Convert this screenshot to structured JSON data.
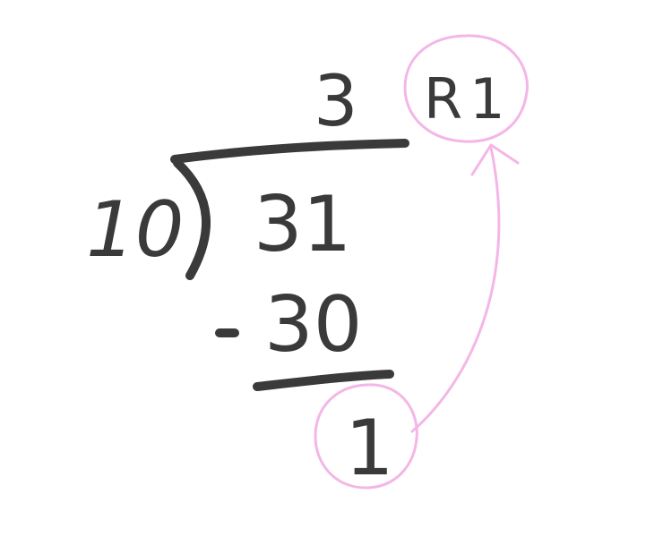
{
  "division": {
    "quotient": "3",
    "remainder_label": "R1",
    "divisor": "10",
    "dividend": "31",
    "subtracted": "30",
    "remainder": "1"
  },
  "colors": {
    "ink": "#3a3a3a",
    "highlight": "#f4b6e6",
    "background": "#ffffff"
  }
}
